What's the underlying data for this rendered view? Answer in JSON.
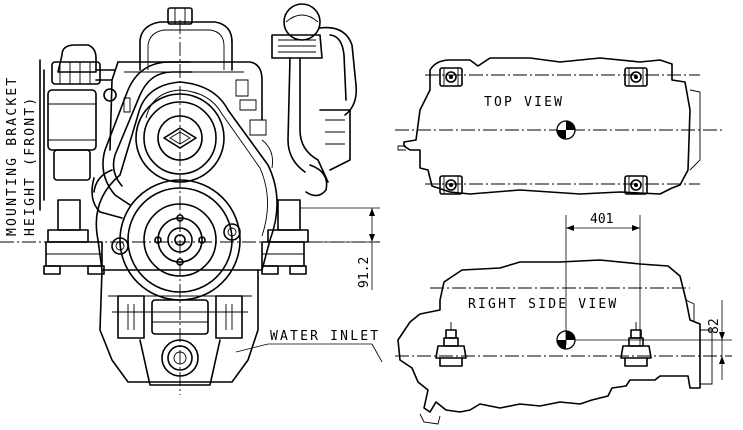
{
  "labels": {
    "top_view": "TOP VIEW",
    "right_side_view": "RIGHT SIDE VIEW",
    "water_inlet": "WATER INLET",
    "mounting_bracket_line1": "MOUNTING BRACKET",
    "mounting_bracket_line2": "HEIGHT (FRONT)"
  },
  "dimensions": {
    "bracket_height": "91.2",
    "mount_spacing": "401",
    "side_height": "82"
  }
}
